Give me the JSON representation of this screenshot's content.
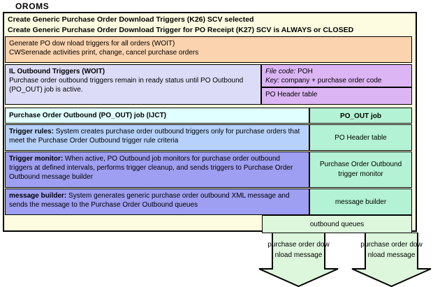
{
  "diagram": {
    "system_label": "OROMS",
    "colors": {
      "frame_bg": "#fdfce0",
      "orange": "#fbd3ae",
      "lavender": "#dcdcf8",
      "purple": "#dcb5f5",
      "cyan": "#e0ffff",
      "light_blue": "#b6d1fb",
      "periwinkle": "#9e9ef2",
      "green": "#b3f2d4",
      "pale_green": "#ddf7dd",
      "border": "#000000"
    },
    "header": {
      "line1": "Create Generic Purchase Order Download Triggers (K26) SCV selected",
      "line2": "Create Generic Purchase Order Download Trigger for PO Receipt (K27) SCV is ALWAYS or CLOSED"
    },
    "generate_box": {
      "line1": "Generate PO dow nload triggers for all orders (WOIT)",
      "line2": "CWSerenade activities print, change, cancel purchase orders"
    },
    "woit_box": {
      "title": "IL Outbound Triggers (WOIT)",
      "body": "Purchase order outbound triggers remain in ready status until PO Outbound (PO_OUT) job is active."
    },
    "file_code_box": {
      "label_file": "File code:",
      "value_file": "POH",
      "label_key": "Key:",
      "value_key": "company + purchase order code"
    },
    "po_header_purple": "PO Header table",
    "rows": [
      {
        "title": "Purchase Order Outbound (PO_OUT) job (IJCT)",
        "body": "",
        "right": "PO_OUT job"
      },
      {
        "title": "Trigger rules:",
        "body": "System creates purchase order outbound  triggers only for purchase orders that meet the Purchase Order Outbound trigger rule criteria",
        "right": "PO Header  table"
      },
      {
        "title": "Trigger monitor:",
        "body": "When active, PO Outbound job monitors for purchase order outbound triggers at defined intervals, performs trigger cleanup, and sends triggers to Purchase Order Outbound message builder",
        "right": "Purchase Order Outbound trigger monitor"
      },
      {
        "title": "message builder:",
        "body": "System generates generic purchase order outbound XML  message and sends the message to the Purchase Order Outbound queues",
        "right": "message builder"
      }
    ],
    "outbound_queues": "outbound queues",
    "arrows": [
      {
        "text": "purchase order dow nload message"
      },
      {
        "text": "purchase order dow nload message"
      }
    ]
  }
}
